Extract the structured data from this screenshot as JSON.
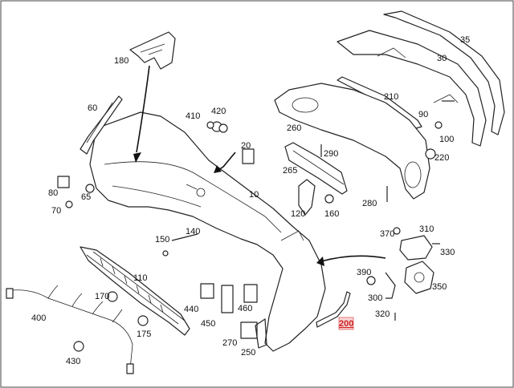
{
  "colors": {
    "line": "#222222",
    "highlight": "#cc1f1f",
    "highlight_bg": "#f7d6d6"
  },
  "labels": {
    "p10": "10",
    "p20": "20",
    "p30": "30",
    "p35": "35",
    "p60": "60",
    "p65": "65",
    "p70": "70",
    "p80": "80",
    "p90": "90",
    "p100": "100",
    "p110": "110",
    "p120": "120",
    "p140": "140",
    "p150": "150",
    "p160": "160",
    "p170": "170",
    "p175": "175",
    "p180": "180",
    "p200": "200",
    "p210": "210",
    "p220": "220",
    "p250": "250",
    "p260": "260",
    "p265": "265",
    "p270": "270",
    "p280": "280",
    "p290": "290",
    "p300": "300",
    "p310": "310",
    "p320": "320",
    "p330": "330",
    "p350": "350",
    "p370": "370",
    "p390": "390",
    "p400": "400",
    "p410": "410",
    "p420": "420",
    "p430": "430",
    "p440": "440",
    "p450": "450",
    "p460": "460"
  },
  "highlighted_part": "200"
}
